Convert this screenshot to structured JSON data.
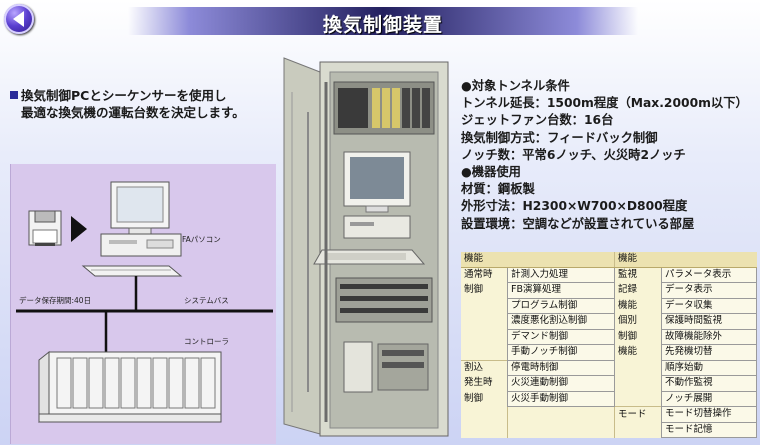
{
  "header": {
    "title": "換気制御装置"
  },
  "intro": {
    "line1": "換気制御PCとシーケンサーを使用し",
    "line2": "最適な換気機の運転台数を決定します。"
  },
  "diagram": {
    "pc_label": "FAパソコン",
    "storage_label": "データ保存期間:40日",
    "bus_label": "システムバス",
    "controller_label": "コントローラ"
  },
  "specs": {
    "tunnel_head": "●対象トンネル条件",
    "tunnel_length": "トンネル延長：1500m程度（Max.2000m以下）",
    "jet_fans": "ジェットファン台数：16台",
    "control_method": "換気制御方式：フィードバック制御",
    "notch": "ノッチ数：平常6ノッチ、火災時2ノッチ",
    "equip_head": "●機器使用",
    "material": "材質：鋼板製",
    "dimensions": "外形寸法：H2300×W700×D800程度",
    "environment": "設置環境：空調などが設置されている部屋"
  },
  "functions": {
    "header_left": "機能",
    "header_right": "機能",
    "normal_group_1": "通常時",
    "normal_group_2": "制御",
    "normal_items": [
      "計測入力処理",
      "FB演算処理",
      "プログラム制御",
      "濃度悪化割込制御",
      "デマンド制御",
      "手動ノッチ制御"
    ],
    "fire_group_1": "割込",
    "fire_group_2": "発生時",
    "fire_group_3": "制御",
    "fire_items": [
      "停電時制御",
      "火災連動制御",
      "火災手動制御"
    ],
    "right_rows": [
      {
        "cat": "監視",
        "item": "パラメータ表示"
      },
      {
        "cat": "記録",
        "item": "データ表示"
      },
      {
        "cat": "機能",
        "item": "データ収集"
      },
      {
        "cat": "個別",
        "item": "保護時間監視"
      },
      {
        "cat": "制御",
        "item": "故障機能除外"
      },
      {
        "cat": "機能",
        "item": "先発機切替"
      },
      {
        "cat": "",
        "item": "順序始動"
      },
      {
        "cat": "",
        "item": "不動作監視"
      },
      {
        "cat": "",
        "item": "ノッチ展開"
      }
    ],
    "mode_label": "モード",
    "mode_items": [
      "モード切替操作",
      "モード記憶"
    ]
  },
  "colors": {
    "title_bar": "#23205f",
    "diagram_bg": "#d8c8ec",
    "table_bg": "#f8f4d6",
    "accent_bullet": "#2a2a99"
  }
}
